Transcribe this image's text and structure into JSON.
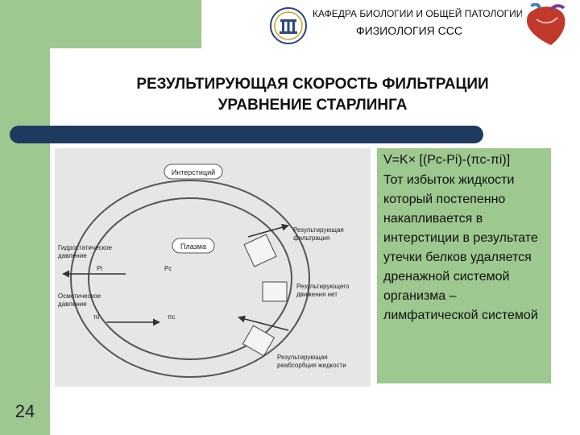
{
  "header": {
    "department": "КАФЕДРА БИОЛОГИИ И ОБЩЕЙ ПАТОЛОГИИ",
    "subject": "ФИЗИОЛОГИЯ ССС"
  },
  "slide": {
    "title_line1": "РЕЗУЛЬТИРУЮЩАЯ СКОРОСТЬ ФИЛЬТРАЦИИ",
    "title_line2": "УРАВНЕНИЕ СТАРЛИНГА",
    "number": "24"
  },
  "side_text": {
    "formula": "V=K× [(Pc-Pi)-(πc-πi)]",
    "body": "Тот избыток жидкости который постепенно накапливается в интерстиции в результате утечки белков удаляется дренажной системой организма – лимфатической системой"
  },
  "figure": {
    "interstitium": "Интерстиций",
    "plasma": "Плазма",
    "hydrostatic": "Гидростатическое",
    "pressure": "давление",
    "oncotic": "Осмотическое",
    "filtration_1": "Результирующая",
    "filtration_2": "фильтрация",
    "movement_1": "Результирующего",
    "movement_2": "движения нет",
    "reabsorption_1": "Результирующая",
    "reabsorption_2": "реабсорбция жидкости",
    "pi": "Pi",
    "pc": "Pc",
    "tau_i": "πi",
    "tau_c": "πc"
  }
}
